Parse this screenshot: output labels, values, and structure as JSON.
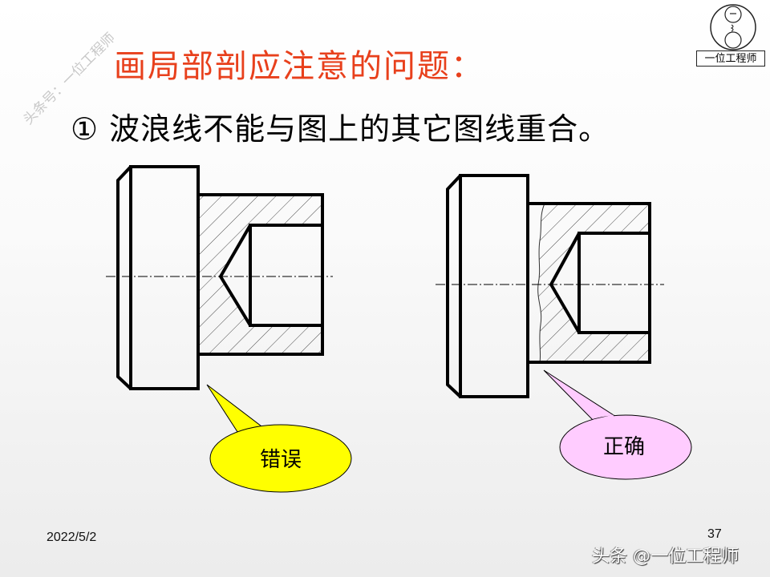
{
  "watermark": "头条号：一位工程师",
  "logo": {
    "label": "一位工程师"
  },
  "title": "画局部剖应注意的问题：",
  "point": "①  波浪线不能与图上的其它图线重合。",
  "callouts": {
    "wrong": "错误",
    "right": "正确"
  },
  "colors": {
    "title": "#e8401c",
    "wrong_fill": "#ffff00",
    "right_fill": "#ffccff"
  },
  "footer": {
    "date": "2022/5/2",
    "page": "37",
    "credit": "头条 @一位工程师"
  }
}
